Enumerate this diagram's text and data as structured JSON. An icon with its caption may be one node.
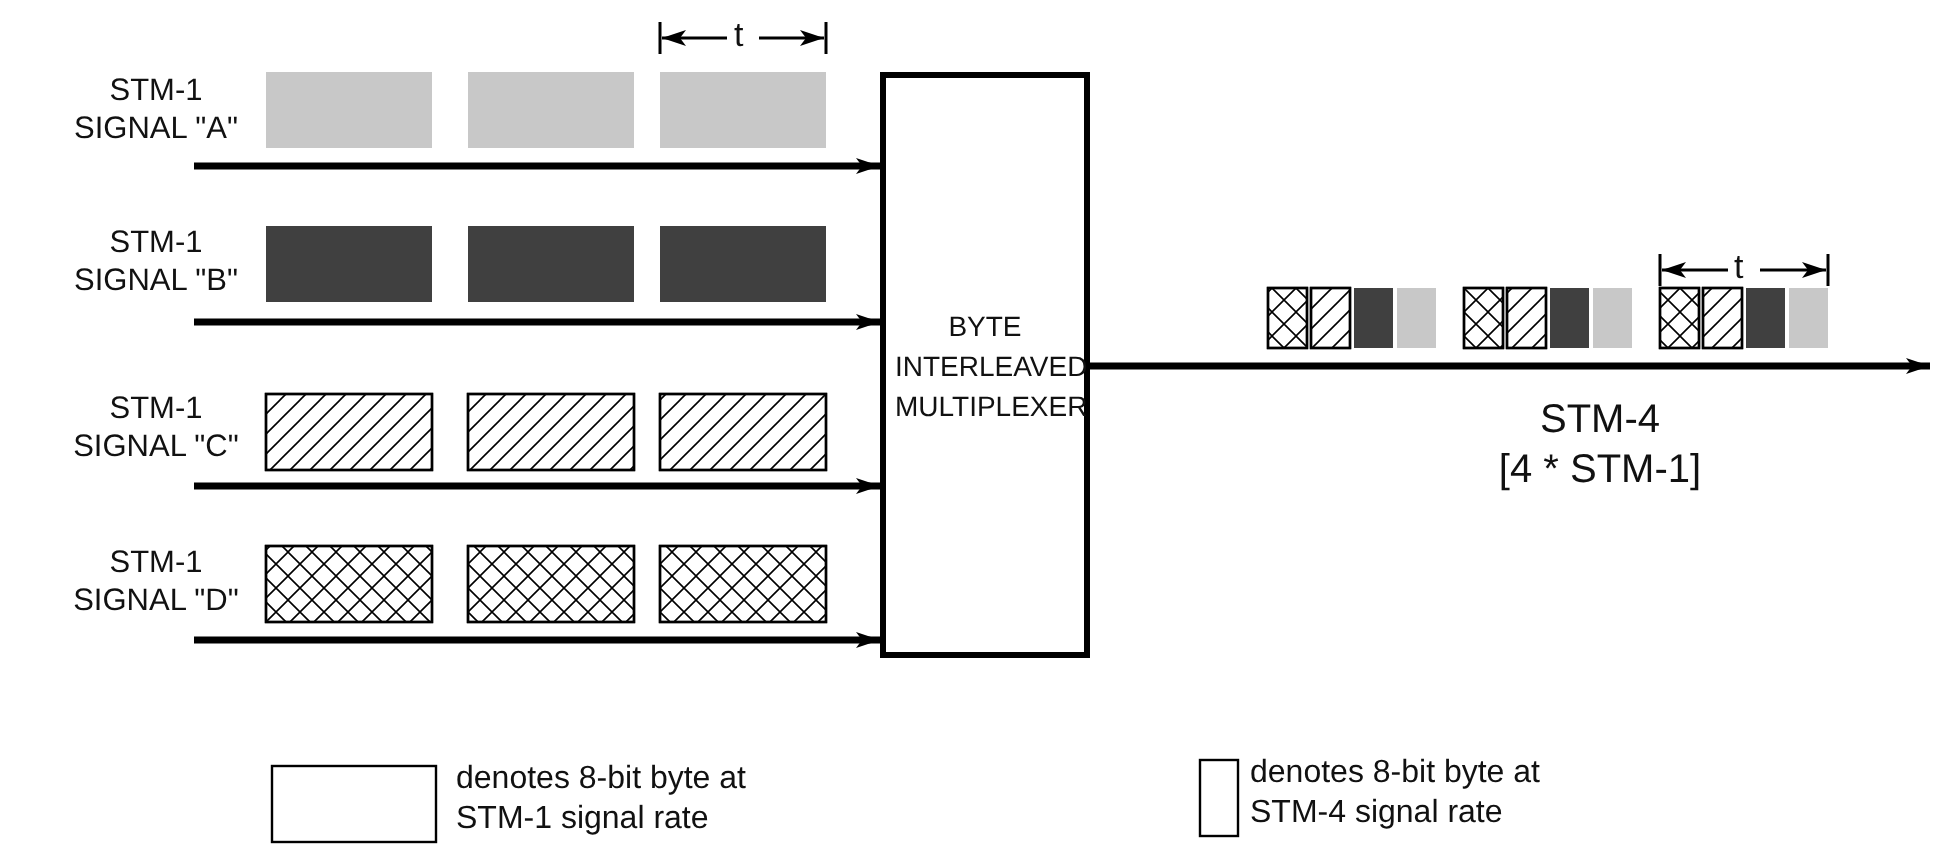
{
  "diagram": {
    "nodes": [
      {
        "text": [
          "STM-1 SIGNAL \"A\""
        ]
      },
      {
        "text": [
          "STM-1 SIGNAL \"B\""
        ]
      },
      {
        "text": [
          "STM-1 SIGNAL \"C\""
        ]
      },
      {
        "text": [
          "STM-1 SIGNAL \"D\""
        ]
      },
      {
        "text": [
          "BYTE INTERLEAVED MULTIPLEXER"
        ]
      }
    ],
    "edges": [
      {
        "from": 0,
        "to": 4,
        "arrow": "to"
      },
      {
        "from": 1,
        "to": 4,
        "arrow": "to"
      },
      {
        "from": 2,
        "to": 4,
        "arrow": "to"
      },
      {
        "from": 3,
        "to": 4,
        "arrow": "to"
      },
      {
        "from": 4,
        "to": null,
        "arrow": "to"
      }
    ],
    "labels": [
      "t",
      "t",
      "STM-4",
      "[4 * STM-1]"
    ],
    "legend": [
      {
        "text": "denotes 8-bit byte at STM-1 signal rate"
      },
      {
        "text": "denotes 8-bit byte at STM-4 signal rate"
      }
    ]
  }
}
